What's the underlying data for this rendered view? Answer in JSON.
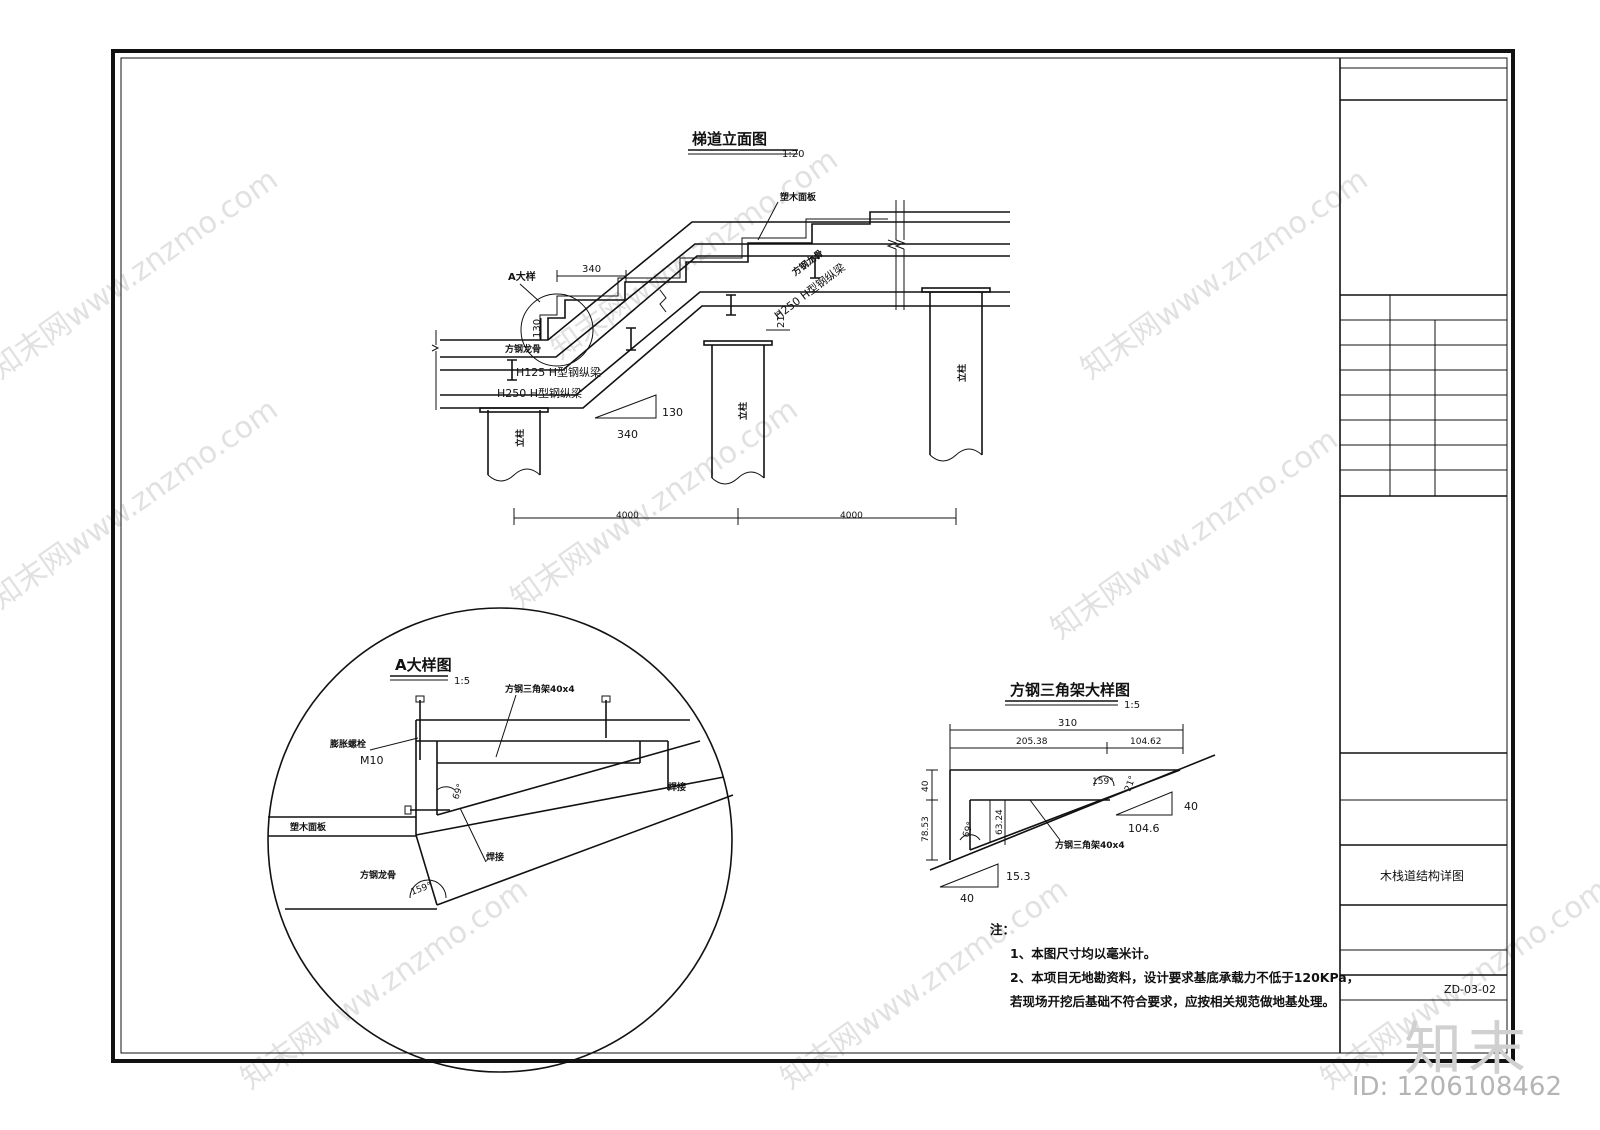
{
  "elevation": {
    "title": "梯道立面图",
    "scale": "1:20",
    "labels": {
      "top_board": "塑木面板",
      "tube_upper": "方钢龙骨",
      "tube_left": "方钢龙骨",
      "beam_h250_upper": "H250 H型钢纵梁",
      "beam_h125": "H125 H型钢纵梁",
      "beam_h250_lower": "H250 H型钢纵梁",
      "detail_a": "A大样",
      "post_1": "立柱",
      "post_2": "立柱",
      "post_3": "立柱"
    },
    "dims": {
      "step_run": "340",
      "step_rise": "130",
      "slope_rise": "130",
      "slope_run": "340",
      "angle": "21°",
      "span_1": "4000",
      "span_2": "4000"
    }
  },
  "detail_a": {
    "title": "A大样图",
    "scale": "1:5",
    "labels": {
      "triangle_frame": "方钢三角架40x4",
      "bolt": "膨胀螺栓",
      "bolt_size": "M10",
      "board": "塑木面板",
      "weld_right": "焊接",
      "weld_mid": "焊接",
      "tube": "方钢龙骨"
    },
    "angles": {
      "a1": "69°",
      "a2": "159°"
    }
  },
  "triangle_detail": {
    "title": "方钢三角架大样图",
    "scale": "1:5",
    "labels": {
      "frame": "方钢三角架40x4"
    },
    "dims": {
      "total": "310",
      "left": "205.38",
      "right": "104.62",
      "height_top": "40",
      "height_total": "78.53",
      "inner": "63.24",
      "angle_top": "159°",
      "angle_right": "21°",
      "angle_left": "69°",
      "slope_rise": "40",
      "slope_run": "104.6",
      "small_rise": "15.3",
      "small_run": "40"
    }
  },
  "notes": {
    "heading": "注：",
    "items": [
      "1、本图尺寸均以毫米计。",
      "2、本项目无地勘资料，设计要求基底承载力不低于120KPa，",
      "若现场开挖后基础不符合要求，应按相关规范做地基处理。"
    ]
  },
  "title_block": {
    "drawing_name": "木栈道结构详图",
    "drawing_no": "ZD-03-02"
  },
  "watermark": {
    "text": "知末网www.znzmo.com",
    "brand": "知末",
    "id": "ID: 1206108462"
  }
}
